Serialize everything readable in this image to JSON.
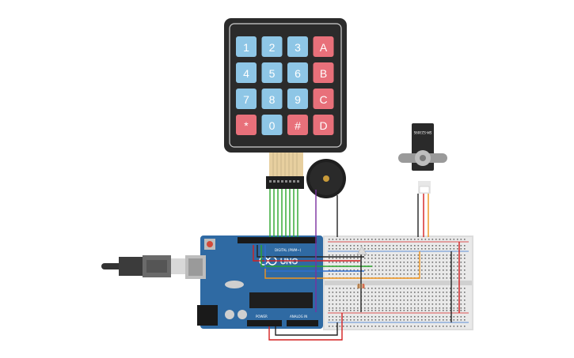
{
  "keypad": {
    "keys": [
      "1",
      "2",
      "3",
      "A",
      "4",
      "5",
      "6",
      "B",
      "7",
      "8",
      "9",
      "C",
      "*",
      "0",
      "#",
      "D"
    ],
    "number_key_color": "#8ec6e6",
    "letter_key_color": "#e8707a",
    "body_color": "#2b2b2b"
  },
  "arduino": {
    "logo": "UNO",
    "digital_label": "DIGITAL (PWM~)",
    "power_label": "POWER",
    "analog_label": "ANALOG IN",
    "board_color": "#2f6aa3"
  },
  "servo": {
    "label": "SM-S2309S"
  },
  "wire_colors": {
    "green": "#2aa52a",
    "red": "#d42020",
    "black": "#222222",
    "orange": "#f0941c",
    "purple": "#7a2fa0",
    "blue": "#2f6fd0"
  }
}
